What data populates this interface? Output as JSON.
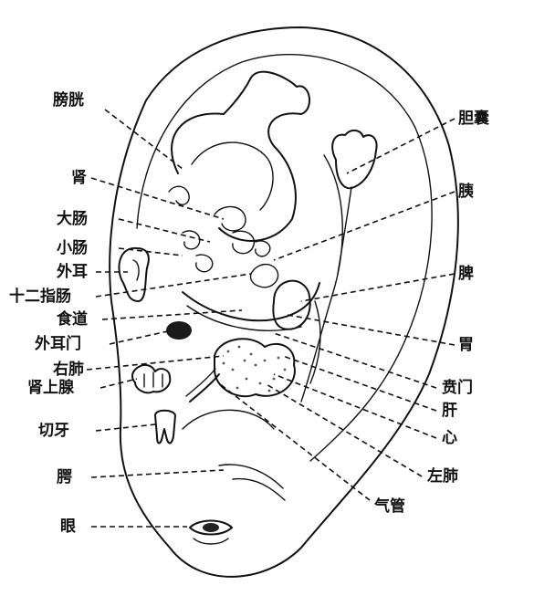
{
  "labels": {
    "bladder": "膀胱",
    "kidney": "肾",
    "large_intestine": "大肠",
    "small_intestine": "小肠",
    "external_ear": "外耳",
    "duodenum": "十二指肠",
    "esophagus": "食道",
    "ear_gate": "外耳门",
    "right_lung": "右肺",
    "adrenal": "肾上腺",
    "incisor": "切牙",
    "cheek": "腭",
    "eye": "眼",
    "gallbladder": "胆囊",
    "pancreas": "胰",
    "spleen": "脾",
    "stomach": "胃",
    "cardia": "贲门",
    "liver": "肝",
    "heart": "心",
    "left_lung": "左肺",
    "trachea": "气管"
  }
}
